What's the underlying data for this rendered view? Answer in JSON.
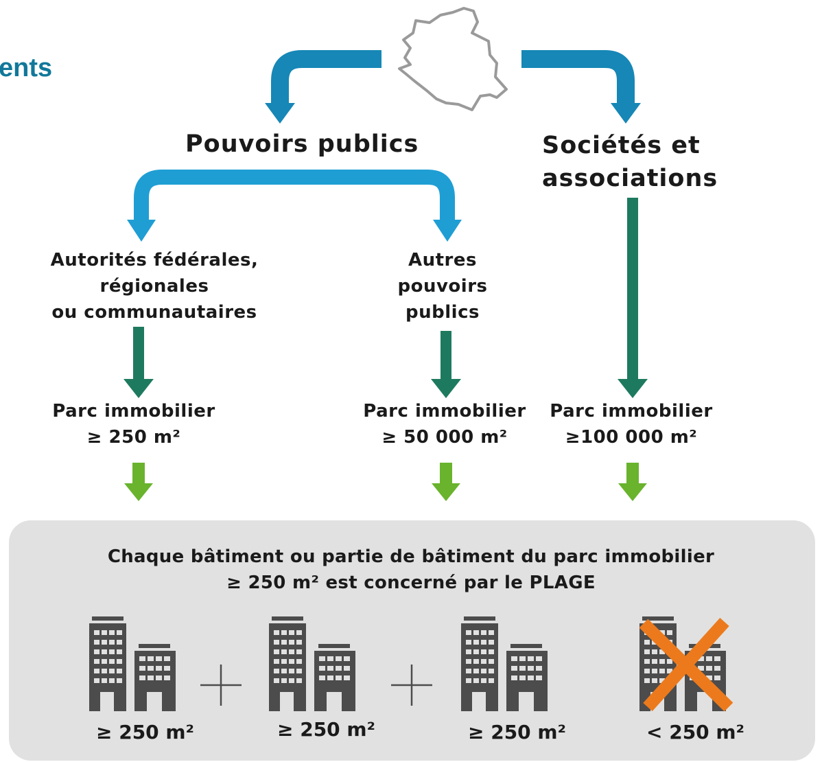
{
  "header": {
    "title_fragment": "ents"
  },
  "branches": {
    "public": {
      "label": "Pouvoirs publics"
    },
    "private": {
      "label_line1": "Sociétés et",
      "label_line2": "associations"
    }
  },
  "entities": {
    "federal": {
      "line1": "Autorités fédérales,",
      "line2": "régionales",
      "line3": "ou communautaires"
    },
    "other": {
      "line1": "Autres",
      "line2": "pouvoirs",
      "line3": "publics"
    }
  },
  "thresholds": {
    "federal": {
      "line1": "Parc immobilier",
      "line2": "≥ 250 m²"
    },
    "other": {
      "line1": "Parc immobilier",
      "line2": "≥ 50 000 m²"
    },
    "private": {
      "line1": "Parc immobilier",
      "line2": "≥100 000 m²"
    }
  },
  "summary": {
    "line1": "Chaque bâtiment ou partie de bâtiment du parc immobilier",
    "line2": "≥ 250 m² est concerné par le PLAGE"
  },
  "buildings": [
    {
      "label": "≥ 250 m²",
      "excluded": false,
      "icon": "building-icon"
    },
    {
      "label": "≥ 250 m²",
      "excluded": false,
      "icon": "building-icon"
    },
    {
      "label": "≥ 250 m²",
      "excluded": false,
      "icon": "building-icon"
    },
    {
      "label": "< 250 m²",
      "excluded": true,
      "icon": "building-crossed-icon"
    }
  ],
  "operator_symbol": "+",
  "colors": {
    "blue_arrow": "#1687b6",
    "blue_arrow_light": "#1f9ed4",
    "dark_green_arrow": "#1e7a5e",
    "light_green_arrow": "#69b32d",
    "building": "#4c4c4c",
    "cross": "#ec7a1c",
    "panel": "#e1e1e1",
    "map_outline": "#9a9a9a"
  }
}
